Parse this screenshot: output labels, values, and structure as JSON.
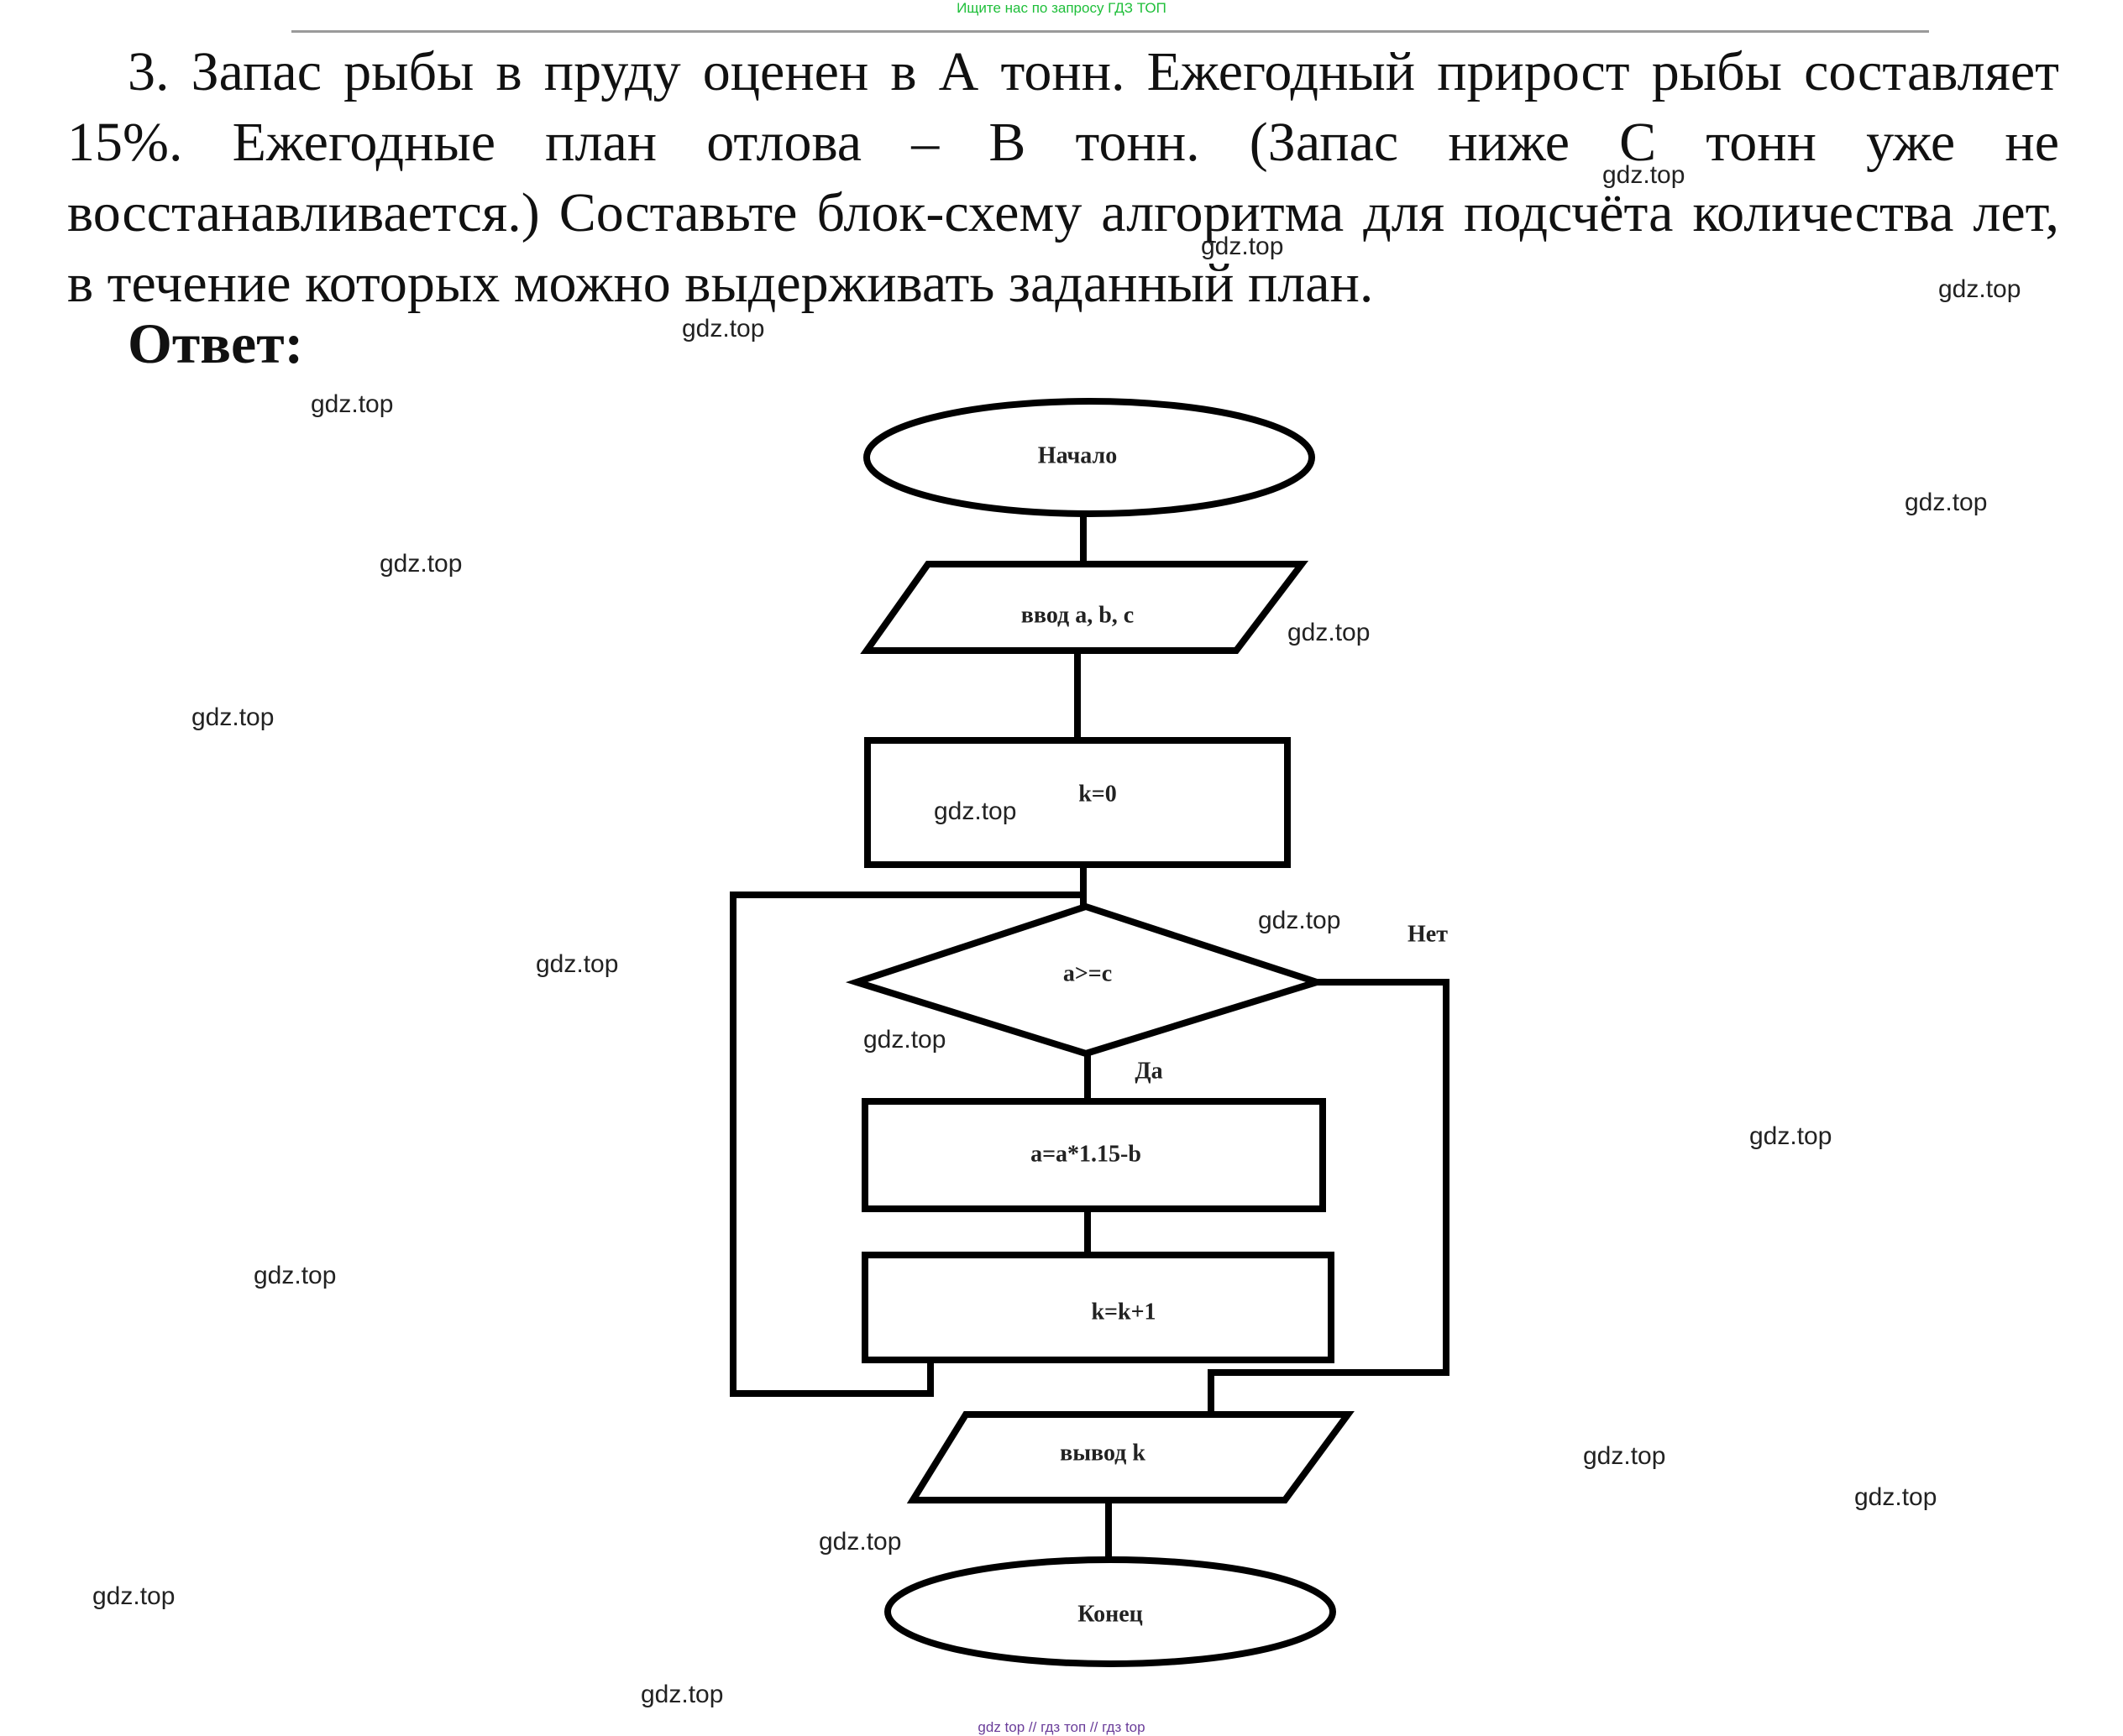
{
  "header": {
    "search_hint": "Ищите нас по запросу ГДЗ ТОП"
  },
  "task": {
    "text": "3. Запас рыбы в пруду оценен в А тонн. Ежегодный прирост рыбы составляет 15%. Ежегодные план отлова – В тонн. (Запас ниже С тонн уже не восстанавливается.) Составьте блок-схему алгоритма для подсчёта количества лет, в течение которых можно выдерживать заданный план."
  },
  "answer": {
    "label": "Ответ:"
  },
  "flowchart": {
    "start": "Начало",
    "input": "ввод a, b, c",
    "init": "k=0",
    "condition": "a>=c",
    "no_label": "Нет",
    "yes_label": "Да",
    "update": "a=a*1.15-b",
    "increment": "k=k+1",
    "output": "вывод k",
    "end": "Конец"
  },
  "watermark": {
    "text": "gdz.top"
  },
  "footer": {
    "text": "gdz top // гдз топ // гдз top"
  }
}
